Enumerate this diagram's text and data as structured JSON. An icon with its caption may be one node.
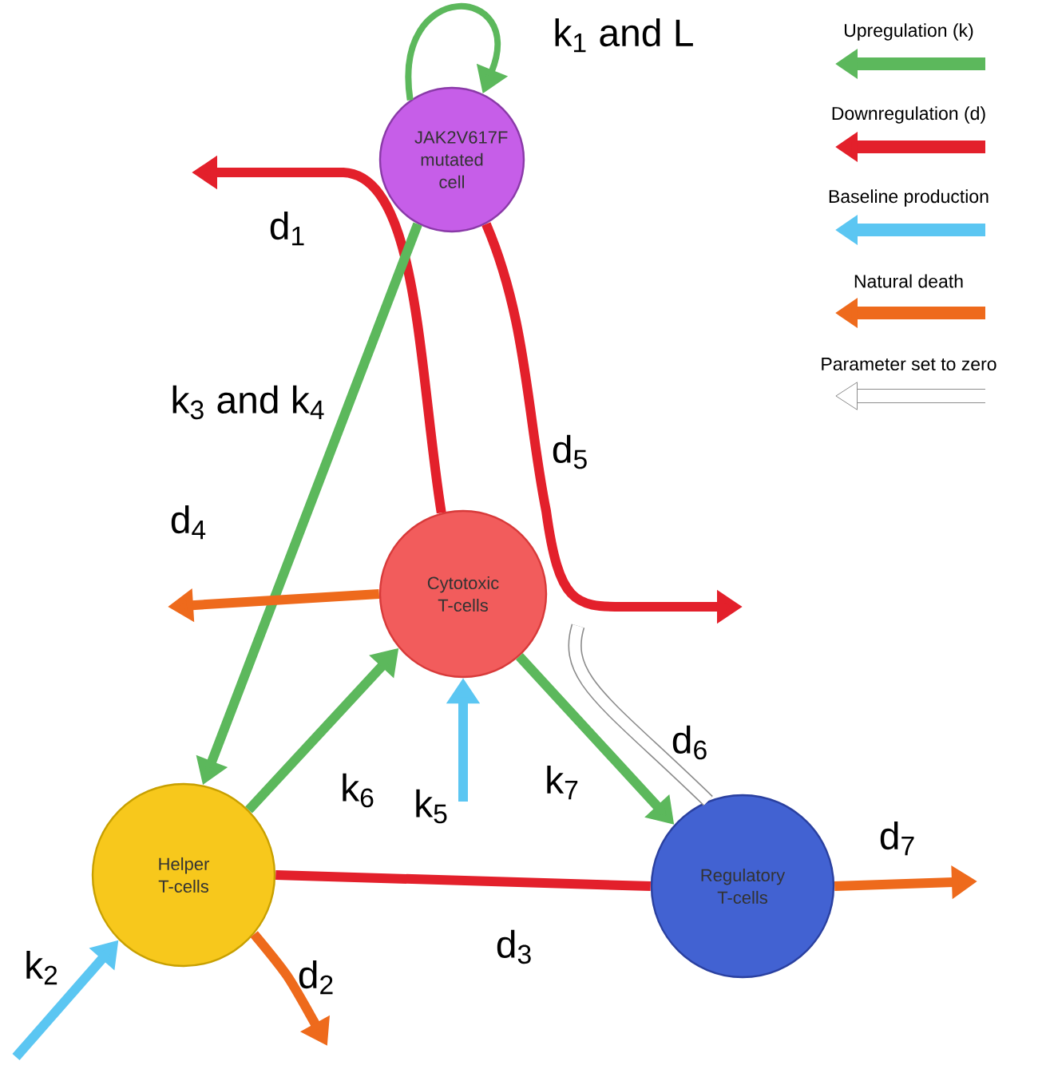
{
  "diagram": {
    "nodes": [
      {
        "text": [
          "JAK2V617F mutated cell"
        ]
      },
      {
        "text": [
          "Cytotoxic T-cells"
        ]
      },
      {
        "text": [
          "Helper T-cells"
        ]
      },
      {
        "text": [
          "Regulatory T-cells"
        ]
      }
    ],
    "edges": [
      {
        "from": 0,
        "to": 0,
        "arrow": "to",
        "label": "k$_{1}$ and L",
        "color": "#5cb85c"
      },
      {
        "from": 1,
        "to": null,
        "arrow": "to",
        "label": "d$_{1}$",
        "color": "#e3202b"
      },
      {
        "from": 0,
        "to": null,
        "arrow": "to",
        "label": "d$_{5}$",
        "color": "#e3202b"
      },
      {
        "from": 0,
        "to": 2,
        "arrow": "to",
        "label": "k$_{3}$ and k$_{4}$",
        "color": "#5cb85c"
      },
      {
        "from": 1,
        "to": null,
        "arrow": "to",
        "label": "d$_{4}$",
        "color": "#ee6a1c"
      },
      {
        "from": 2,
        "to": 1,
        "arrow": "to",
        "label": "k$_{6}$",
        "color": "#5cb85c"
      },
      {
        "from": null,
        "to": 1,
        "arrow": "to",
        "label": "k$_{5}$",
        "color": "#5bc6f2"
      },
      {
        "from": 1,
        "to": 3,
        "arrow": "to",
        "label": "k$_{7}$",
        "color": "#5cb85c"
      },
      {
        "from": 3,
        "to": null,
        "arrow": "none",
        "label": "d$_{6}$",
        "color": "#8c8c8c"
      },
      {
        "from": 3,
        "to": 2,
        "arrow": "none",
        "label": "d$_{3}$",
        "color": "#e3202b"
      },
      {
        "from": 2,
        "to": null,
        "arrow": "to",
        "label": "d$_{2}$",
        "color": "#ee6a1c"
      },
      {
        "from": null,
        "to": 2,
        "arrow": "to",
        "label": "k$_{2}$",
        "color": "#5bc6f2"
      },
      {
        "from": 3,
        "to": null,
        "arrow": "to",
        "label": "d$_{7}$",
        "color": "#ee6a1c"
      }
    ],
    "legend": [
      {
        "text": "Upregulation (k)",
        "color": "#5cb85c"
      },
      {
        "text": "Downregulation (d)",
        "color": "#e3202b"
      },
      {
        "text": "Baseline production",
        "color": "#5bc6f2"
      },
      {
        "text": "Natural death",
        "color": "#ee6a1c"
      },
      {
        "text": "Parameter set to zero"
      }
    ]
  }
}
